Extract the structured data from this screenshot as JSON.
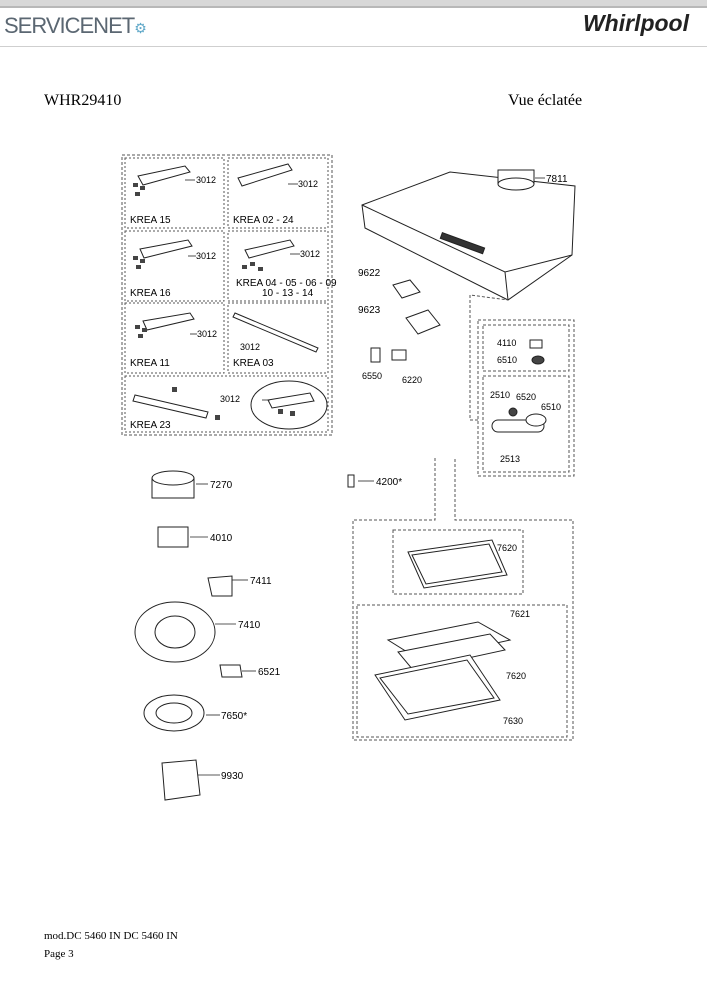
{
  "header": {
    "brand_left": "SERVICENET",
    "brand_right": "Whirlpool"
  },
  "document": {
    "model": "WHR29410",
    "view_title": "Vue éclatée"
  },
  "kits": [
    {
      "name": "KREA 15",
      "part": "3012"
    },
    {
      "name": "KREA 02 - 24",
      "part": "3012"
    },
    {
      "name": "KREA 16",
      "part": "3012"
    },
    {
      "name": "KREA 04 - 05 - 06 - 09",
      "name2": "10 - 13 - 14",
      "part": "3012"
    },
    {
      "name": "KREA 11",
      "part": "3012"
    },
    {
      "name": "KREA 03",
      "part": "3012"
    },
    {
      "name": "KREA 23",
      "part": "3012"
    }
  ],
  "parts": {
    "p7811": "7811",
    "p9622": "9622",
    "p9623": "9623",
    "p6550": "6550",
    "p6220": "6220",
    "p4110": "4110",
    "p6510a": "6510",
    "p2510": "2510",
    "p6520": "6520",
    "p6510b": "6510",
    "p2513": "2513",
    "p4200": "4200*",
    "p7270": "7270",
    "p4010": "4010",
    "p7411": "7411",
    "p7410": "7410",
    "p6521": "6521",
    "p7650": "7650*",
    "p9930": "9930",
    "p7620a": "7620",
    "p7621": "7621",
    "p7620b": "7620",
    "p7630": "7630"
  },
  "footer": {
    "mod": "mod.DC 5460 IN DC 5460 IN",
    "page": "Page 3"
  }
}
